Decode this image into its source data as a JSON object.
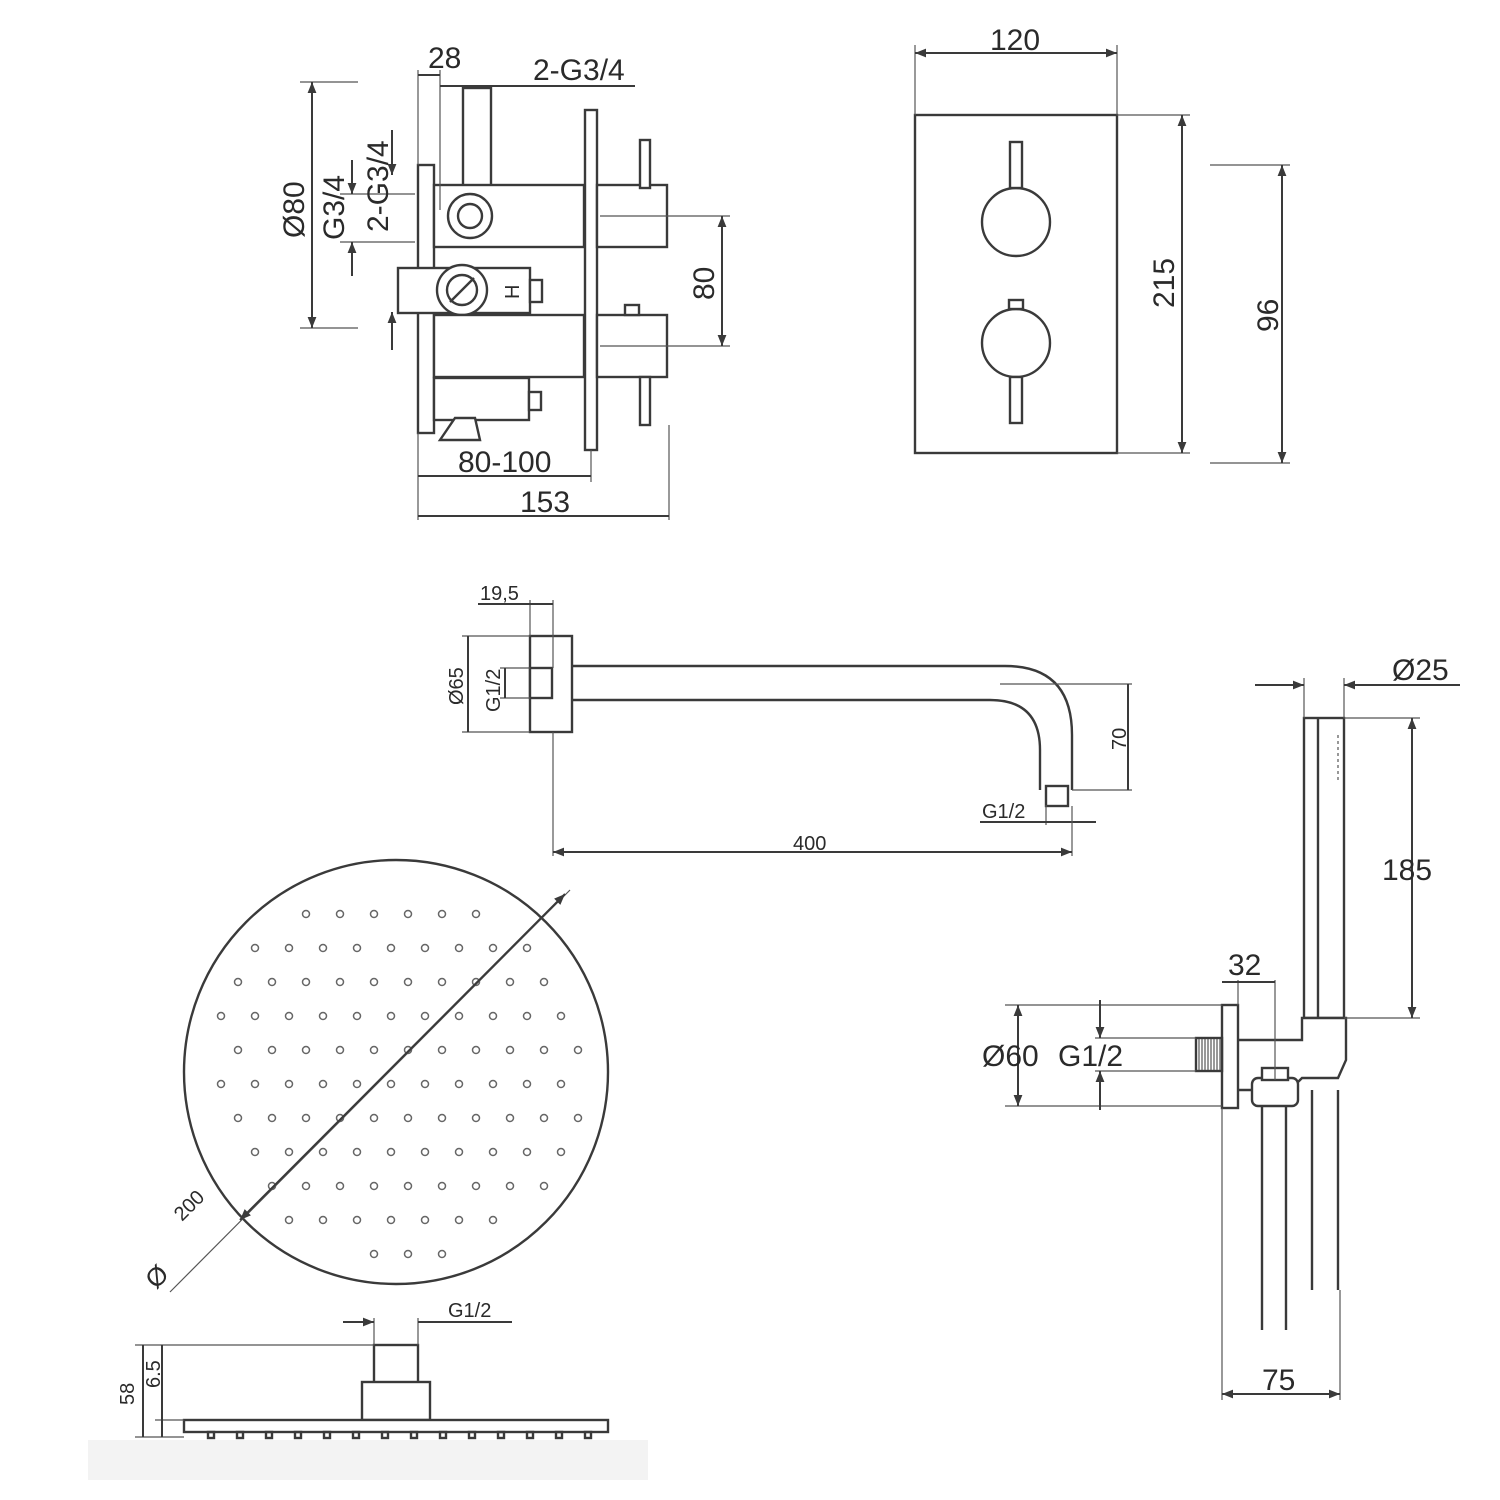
{
  "thermostatic_valve": {
    "dim_top_28": "28",
    "dim_outlets_top": "2-G3/4",
    "dim_dia_80": "Ø80",
    "dim_g34": "G3/4",
    "dim_2g34": "2-G3/4",
    "dim_80": "80",
    "inlet_letter": "H",
    "dim_80_100": "80-100",
    "dim_153": "153"
  },
  "trim_plate": {
    "dim_width": "120",
    "dim_height": "215",
    "dim_handle_spacing": "96"
  },
  "shower_arm": {
    "dim_19_5": "19,5",
    "dim_dia_65": "Ø65",
    "dim_g12_inlet": "G1/2",
    "dim_70": "70",
    "dim_g12_outlet": "G1/2",
    "dim_400": "400"
  },
  "shower_head": {
    "dim_200": "200",
    "dia_symbol": "Ø",
    "dim_g12": "G1/2",
    "dim_6_5": "6.5",
    "dim_58": "58"
  },
  "hand_shower": {
    "dim_dia_25": "Ø25",
    "dim_185": "185",
    "dim_32": "32",
    "dim_dia_60": "Ø60",
    "dim_g12": "G1/2",
    "dim_75": "75"
  }
}
